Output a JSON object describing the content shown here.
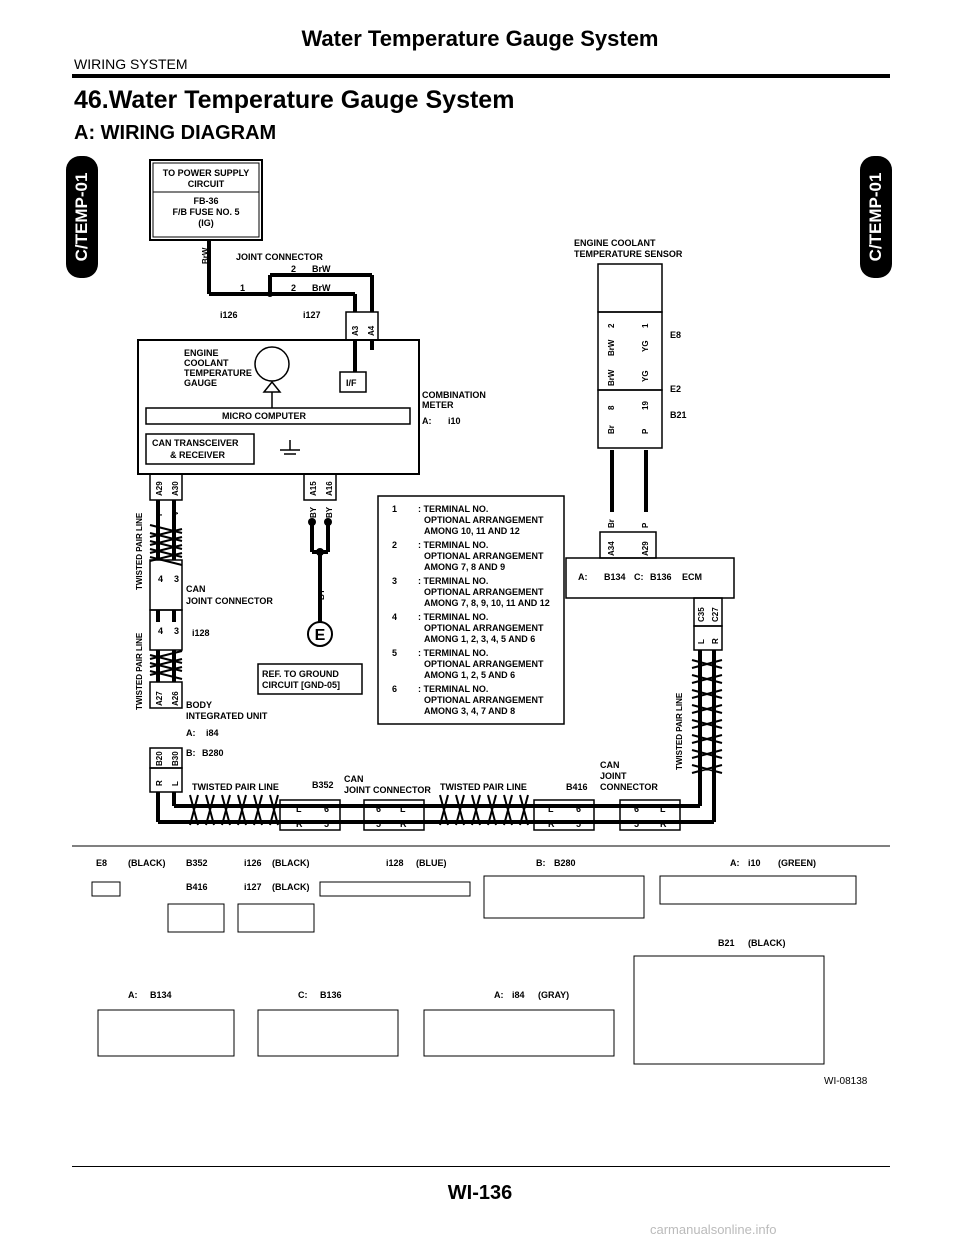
{
  "header": {
    "title": "Water Temperature Gauge System",
    "subtitle": "WIRING SYSTEM"
  },
  "section": {
    "title": "46.Water Temperature Gauge System",
    "subtitle": "A:  WIRING DIAGRAM"
  },
  "side_tab": {
    "left": "C/TEMP-01",
    "right": "C/TEMP-01"
  },
  "diagram": {
    "power_supply": [
      "TO POWER SUPPLY",
      "CIRCUIT",
      "FB-36",
      "F/B FUSE NO. 5",
      "(IG)"
    ],
    "wire_brw": "BrW",
    "joint_connector": "JOINT CONNECTOR",
    "star_labels": [
      "1",
      "2",
      "3",
      "4",
      "5",
      "6"
    ],
    "i126": "i126",
    "i127": "i127",
    "combination_meter": [
      "COMBINATION",
      "METER",
      "A:",
      "i10"
    ],
    "gauge": [
      "ENGINE",
      "COOLANT",
      "TEMPERATURE",
      "GAUGE"
    ],
    "if": "I/F",
    "micro_computer": "MICRO COMPUTER",
    "can_transceiver": [
      "CAN TRANSCEIVER",
      "& RECEIVER"
    ],
    "meter_pins": [
      "A29",
      "A30",
      "A15",
      "A16",
      "A3",
      "A4"
    ],
    "wire_colors": [
      "P",
      "V",
      "BY",
      "BY",
      "BY",
      "L",
      "R",
      "Br",
      "P",
      "BrW",
      "YG",
      "BrW",
      "YG",
      "Br",
      "P"
    ],
    "twisted": "TWISTED PAIR LINE",
    "can_joint": [
      "CAN",
      "JOINT CONNECTOR"
    ],
    "i128": "i128",
    "ground": "E",
    "ground_ref": [
      "REF. TO GROUND",
      "CIRCUIT [GND-05]"
    ],
    "body_unit": [
      "BODY",
      "INTEGRATED UNIT",
      "A:",
      "i84",
      "B:",
      "B280"
    ],
    "body_pins": [
      "A27",
      "A26",
      "B20",
      "B30"
    ],
    "sensor": [
      "ENGINE COOLANT",
      "TEMPERATURE SENSOR",
      "E8"
    ],
    "sensor_pins": [
      "2",
      "1",
      "8",
      "19"
    ],
    "e2": "E2",
    "b21": "B21",
    "ecm": [
      "A:",
      "B134",
      "C:",
      "B136",
      "ECM"
    ],
    "ecm_pins": [
      "A34",
      "A29",
      "C35",
      "C27"
    ],
    "b352": "B352",
    "b416": "B416",
    "can_joint2": [
      "CAN",
      "JOINT CONNECTOR"
    ],
    "can_joint3": [
      "CAN",
      "JOINT",
      "CONNECTOR"
    ],
    "lr": [
      "L",
      "R"
    ],
    "notes": [
      {
        "mark": "1",
        "lines": [
          ": TERMINAL NO.",
          "OPTIONAL ARRANGEMENT",
          "AMONG 10, 11 AND 12"
        ]
      },
      {
        "mark": "2",
        "lines": [
          ": TERMINAL NO.",
          "OPTIONAL ARRANGEMENT",
          "AMONG 7, 8 AND 9"
        ]
      },
      {
        "mark": "3",
        "lines": [
          ": TERMINAL NO.",
          "OPTIONAL ARRANGEMENT",
          "AMONG 7, 8, 9, 10, 11 AND 12"
        ]
      },
      {
        "mark": "4",
        "lines": [
          ": TERMINAL NO.",
          "OPTIONAL ARRANGEMENT",
          "AMONG 1, 2, 3, 4, 5 AND 6"
        ]
      },
      {
        "mark": "5",
        "lines": [
          ": TERMINAL NO.",
          "OPTIONAL ARRANGEMENT",
          "AMONG 1, 2, 5 AND 6"
        ]
      },
      {
        "mark": "6",
        "lines": [
          ": TERMINAL NO.",
          "OPTIONAL ARRANGEMENT",
          "AMONG 3, 4, 7 AND 8"
        ]
      }
    ],
    "connectors": {
      "e8": [
        "E8",
        "(BLACK)"
      ],
      "b352": [
        "B352",
        "B416"
      ],
      "i126": [
        "i126",
        "(BLACK)",
        "i127",
        "(BLACK)"
      ],
      "i128": [
        "i128",
        "(BLUE)"
      ],
      "b280": [
        "B:",
        "B280"
      ],
      "i10": [
        "A:",
        "i10",
        "(GREEN)"
      ],
      "b21": [
        "B21",
        "(BLACK)"
      ],
      "b134": [
        "A:",
        "B134"
      ],
      "b136": [
        "C:",
        "B136"
      ],
      "i84": [
        "A:",
        "i84",
        "(GRAY)"
      ]
    },
    "figure_id": "WI-08138"
  },
  "footer": {
    "page": "WI-136"
  },
  "watermark": "carmanualsonline.info"
}
